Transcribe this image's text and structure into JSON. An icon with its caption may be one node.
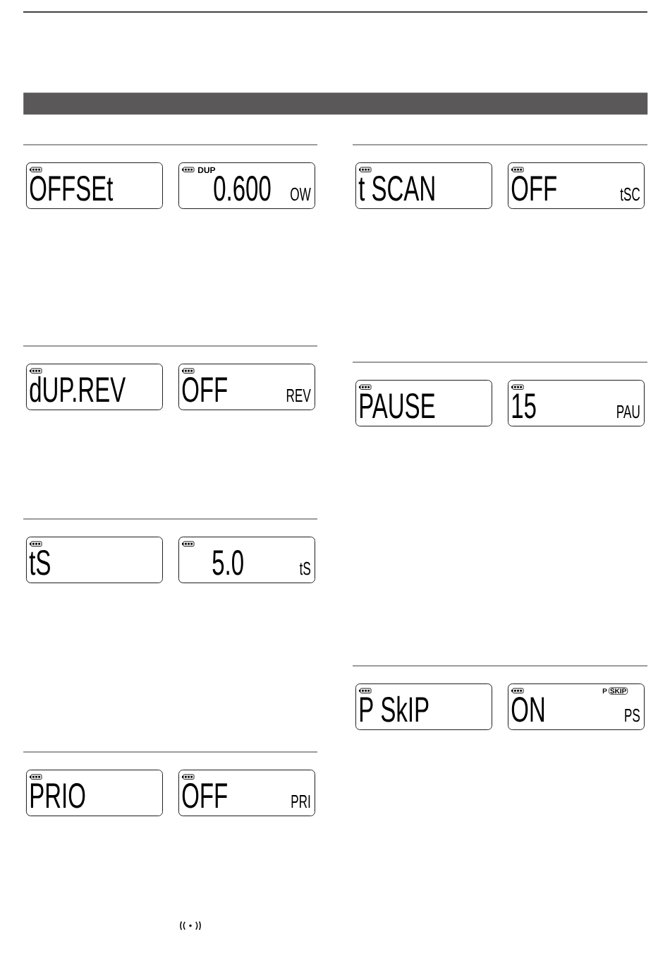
{
  "diagram": {
    "nodes": [
      {
        "text": [],
        "shape": "bar"
      },
      {
        "text": [
          "OFFSEt"
        ]
      },
      {
        "text": [
          "DUP",
          "0.600",
          "OW"
        ]
      },
      {
        "text": [
          "dUP.REV"
        ]
      },
      {
        "text": [
          "OFF",
          "REV"
        ]
      },
      {
        "text": [
          "tS"
        ]
      },
      {
        "text": [
          "5.0",
          "tS"
        ]
      },
      {
        "text": [
          "PRIO"
        ]
      },
      {
        "text": [
          "OFF",
          "PRI"
        ]
      },
      {
        "text": [
          "t SCAN"
        ]
      },
      {
        "text": [
          "OFF",
          "tSC"
        ]
      },
      {
        "text": [
          "PAUSE"
        ]
      },
      {
        "text": [
          "15",
          "PAU"
        ]
      },
      {
        "text": [
          "P SkIP"
        ]
      },
      {
        "text": [
          "ON",
          "P",
          "SKIP",
          "PS"
        ]
      }
    ]
  }
}
